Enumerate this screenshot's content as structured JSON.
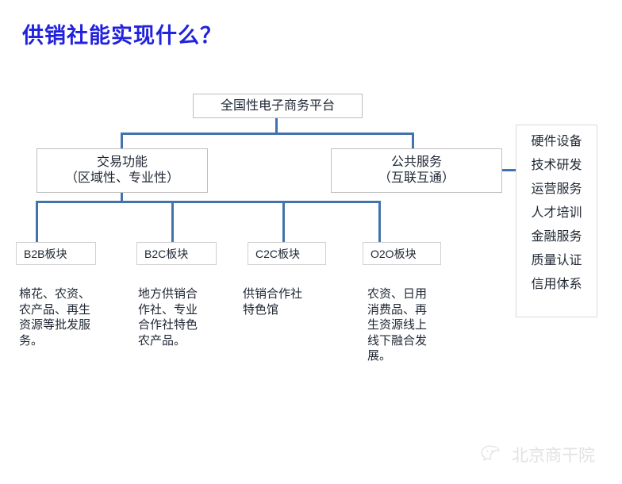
{
  "slide": {
    "title": "供销社能实现什么？",
    "title_color": "#2222dd",
    "line_color": "#4273ae"
  },
  "diagram": {
    "root": {
      "label": "全国性电子商务平台"
    },
    "level2": [
      {
        "label_line1": "交易功能",
        "label_line2": "（区域性、专业性）"
      },
      {
        "label_line1": "公共服务",
        "label_line2": "（互联互通）"
      }
    ],
    "leaves": [
      {
        "label": "B2B板块",
        "desc": "棉花、农资、农产品、再生资源等批发服务。"
      },
      {
        "label": "B2C板块",
        "desc": "地方供销合作社、专业合作社特色农产品。"
      },
      {
        "label": "C2C板块",
        "desc": "供销合作社特色馆"
      },
      {
        "label": "O2O板块",
        "desc": "农资、日用消费品、再生资源线上线下融合发展。"
      }
    ]
  },
  "services": {
    "items": [
      {
        "label": "硬件设备"
      },
      {
        "label": "技术研发"
      },
      {
        "label": "运营服务"
      },
      {
        "label": "人才培训"
      },
      {
        "label": "金融服务"
      },
      {
        "label": "质量认证"
      },
      {
        "label": "信用体系"
      }
    ]
  },
  "watermark": {
    "icon": "wechat-icon",
    "text": "北京商干院",
    "color": "#e2e2e2"
  }
}
